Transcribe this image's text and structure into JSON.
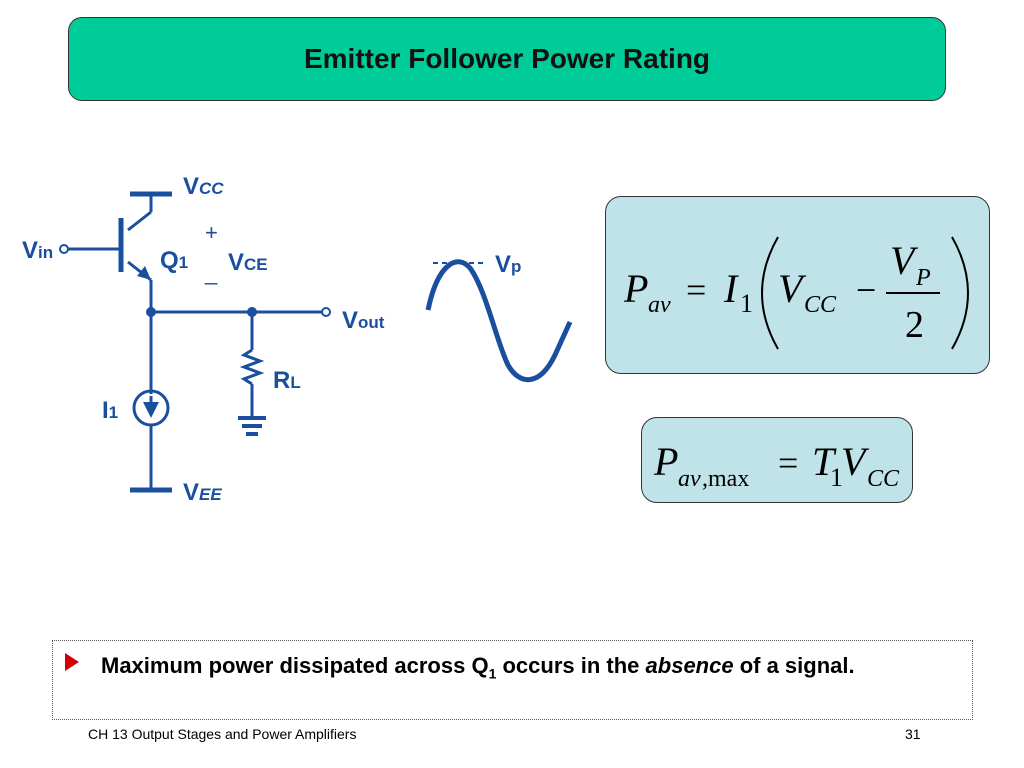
{
  "slide": {
    "title": "Emitter Follower Power Rating"
  },
  "circuit": {
    "vcc_label": "V",
    "vcc_sub": "CC",
    "plus_sign": "+",
    "minus_sign": "_",
    "vce_label": "V",
    "vce_sub": "CE",
    "vin_label": "V",
    "vin_sub": "in",
    "q1_label": "Q",
    "q1_sub": "1",
    "vout_label": "V",
    "vout_sub": "out",
    "rl_label": "R",
    "rl_sub": "L",
    "i1_label": "I",
    "i1_sub": "1",
    "vee_label": "V",
    "vee_sub": "EE",
    "vp_label": "V",
    "vp_sub": "p",
    "wire_color": "#1a4fa0",
    "label_color": "#1a4fa0"
  },
  "equations": {
    "eq1": {
      "p": "P",
      "p_sub": "av",
      "equals": "=",
      "i": "I",
      "i_sub": "1",
      "vcc": "V",
      "vcc_sub": "CC",
      "minus": "−",
      "vp": "V",
      "vp_sub": "P",
      "denominator": "2"
    },
    "eq2": {
      "p": "P",
      "p_sub": "av",
      "p_sub2": ",max",
      "equals": "=",
      "t": "T",
      "t_sub": "1",
      "v": "V",
      "v_sub": "CC"
    }
  },
  "bullet": {
    "text_a": "Maximum power dissipated across Q",
    "text_sub": "1",
    "text_b": " occurs in the ",
    "text_em": "absence",
    "text_c": " of a signal."
  },
  "footer": {
    "left": "CH 13 Output Stages and Power Amplifiers",
    "page": "31"
  }
}
